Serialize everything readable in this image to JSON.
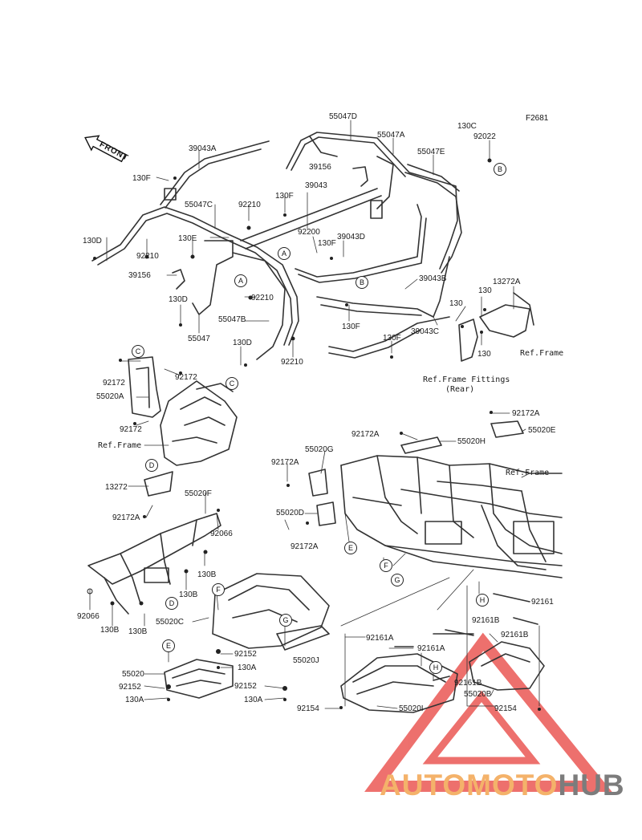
{
  "diagram": {
    "code": "F2681",
    "front_label": "FRONT",
    "brand": {
      "part1": "AUTOMOTO",
      "part2": "HUB",
      "color1": "#f4b26a",
      "color2": "#7c7c7c",
      "logo_color": "#e8413d"
    },
    "refs": {
      "frame_top": "Ref.Frame",
      "frame_fittings_1": "Ref.Frame Fittings",
      "frame_fittings_2": "(Rear)",
      "frame_left": "Ref.Frame",
      "frame_right": "Ref.Frame"
    },
    "callouts": {
      "a": "A",
      "b": "B",
      "c": "C",
      "d": "D",
      "e": "E",
      "f": "F",
      "g": "G",
      "h": "H"
    },
    "labels": {
      "p1": "55047D",
      "p2": "55047A",
      "p3": "55047E",
      "p4": "130C",
      "p5": "92022",
      "p6": "39043A",
      "p7": "130F",
      "p8": "39156",
      "p9": "39043",
      "p10": "55047C",
      "p11": "92210",
      "p12": "130F",
      "p13": "92200",
      "p14": "130F",
      "p15": "39043D",
      "p16": "130E",
      "p17": "130D",
      "p18": "92210",
      "p19": "39156",
      "p20": "130D",
      "p21": "92210",
      "p22": "55047B",
      "p23": "55047",
      "p24": "130D",
      "p25": "92210",
      "p26": "39043B",
      "p27": "13272A",
      "p28": "130",
      "p29": "130",
      "p30": "130",
      "p31": "130F",
      "p32": "130F",
      "p33": "39043C",
      "p34": "92172",
      "p35": "92172",
      "p36": "55020A",
      "p37": "92172",
      "p38": "92172A",
      "p39": "55020E",
      "p40": "92172A",
      "p41": "55020H",
      "p42": "55020G",
      "p43": "92172A",
      "p44": "13272",
      "p45": "55020F",
      "p46": "55020D",
      "p47": "92172A",
      "p48": "92066",
      "p49": "92172A",
      "p50": "130B",
      "p51": "130B",
      "p52": "92066",
      "p53": "130B",
      "p54": "130B",
      "p55": "55020C",
      "p56": "92161",
      "p57": "92161B",
      "p58": "92161B",
      "p59": "92161A",
      "p60": "92161A",
      "p61": "92152",
      "p62": "130A",
      "p63": "55020J",
      "p64": "55020",
      "p65": "92152",
      "p66": "130A",
      "p67": "92152",
      "p68": "130A",
      "p69": "92161B",
      "p70": "55020B",
      "p71": "92154",
      "p72": "92154",
      "p73": "55020I"
    }
  }
}
